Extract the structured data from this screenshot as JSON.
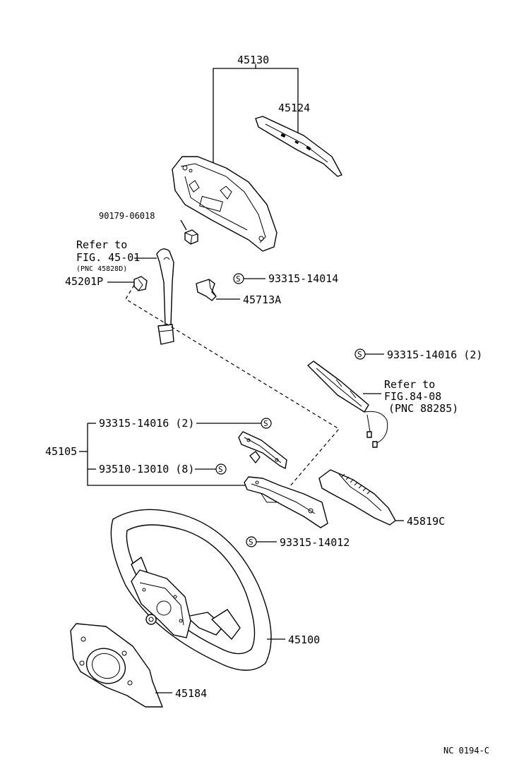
{
  "diagram": {
    "callouts": {
      "p45130": "45130",
      "p45124": "45124",
      "p90179": "90179-06018",
      "refer1_line1": "Refer to",
      "refer1_line2": "FIG. 45-01",
      "refer1_line3": "(PNC 45828D)",
      "p45201P": "45201P",
      "p93315_14014": "93315-14014",
      "p45713A": "45713A",
      "p93315_14016a": "93315-14016 (2)",
      "refer2_line1": "Refer to",
      "refer2_line2": "FIG.84-08",
      "refer2_line3": "(PNC 88285)",
      "p45105": "45105",
      "p93315_14016b": "93315-14016 (2)",
      "p93510": "93510-13010 (8)",
      "p45819C": "45819C",
      "p93315_14012": "93315-14012",
      "p45100": "45100",
      "p45184": "45184",
      "footer_code": "NC  0194-C"
    },
    "symbol_letter": "S"
  }
}
